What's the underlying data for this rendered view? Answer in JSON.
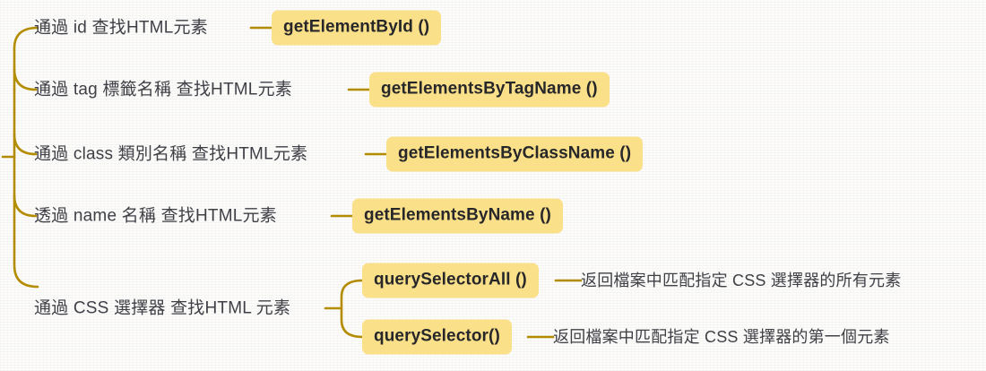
{
  "diagram": {
    "type": "mind-map",
    "title_present": false,
    "colors": {
      "background": "#f6f5f3",
      "branch_line": "#b38c00",
      "badge_fill": "#fbe08a",
      "badge_text": "#27272a",
      "label_text": "#3f3f46"
    },
    "branches": [
      {
        "id": "by-id",
        "label": "通過 id 查找HTML元素",
        "method": "getElementById ()",
        "description": null
      },
      {
        "id": "by-tag",
        "label": "通過 tag 標籤名稱 查找HTML元素",
        "method": "getElementsByTagName ()",
        "description": null
      },
      {
        "id": "by-class",
        "label": "通過 class 類別名稱 查找HTML元素",
        "method": "getElementsByClassName ()",
        "description": null
      },
      {
        "id": "by-name",
        "label": "透過 name 名稱 查找HTML元素",
        "method": "getElementsByName ()",
        "description": null
      },
      {
        "id": "by-css",
        "label": "通過 CSS 選擇器 查找HTML 元素",
        "children": [
          {
            "id": "query-selector-all",
            "method": "querySelectorAll ()",
            "description": "返回檔案中匹配指定 CSS 選擇器的所有元素"
          },
          {
            "id": "query-selector",
            "method": "querySelector()",
            "description": "返回檔案中匹配指定 CSS 選擇器的第一個元素"
          }
        ]
      }
    ]
  }
}
